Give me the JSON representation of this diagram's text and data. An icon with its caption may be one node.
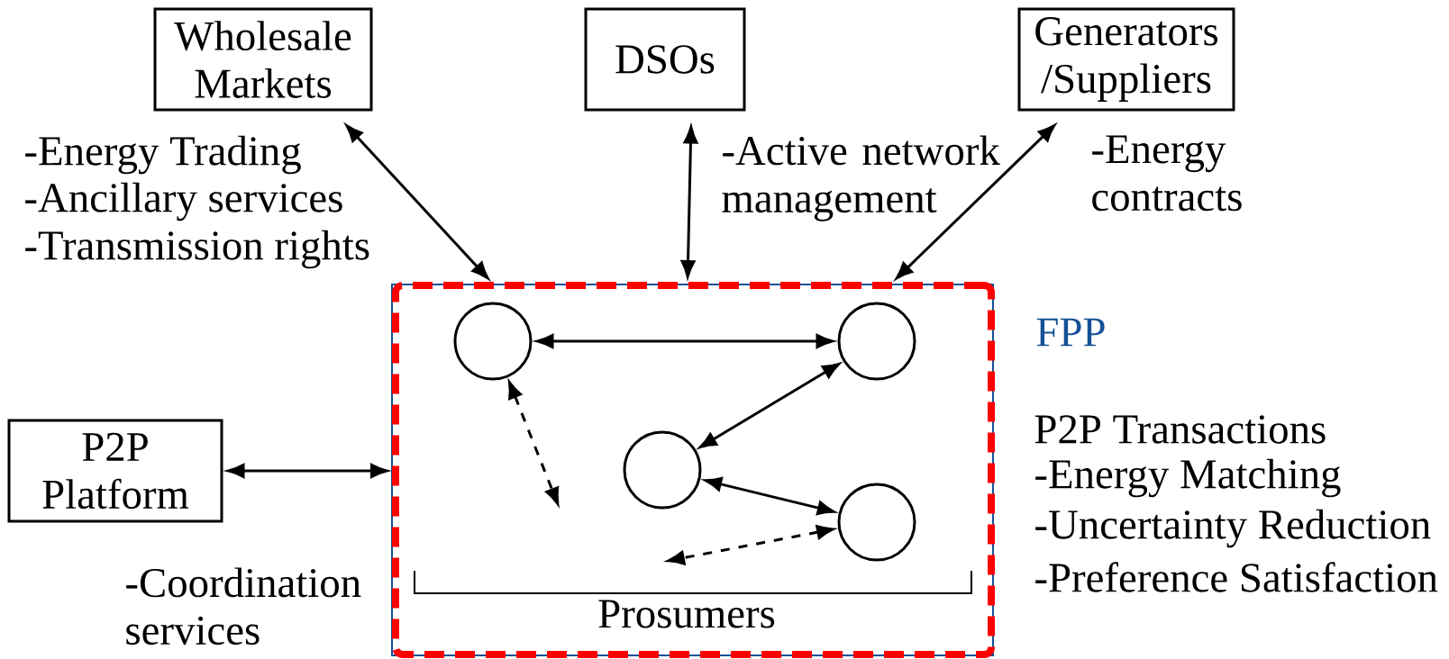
{
  "diagram": {
    "nodes": [
      {
        "text": [
          "Wholesale Markets"
        ]
      },
      {
        "text": [
          "DSOs"
        ]
      },
      {
        "text": [
          "Generators /Suppliers"
        ]
      },
      {
        "text": [
          "P2P Platform"
        ]
      },
      {
        "text": [
          "FPP"
        ]
      },
      {
        "text": [],
        "shape": "circle",
        "in": 4
      },
      {
        "text": [],
        "shape": "circle",
        "in": 4
      },
      {
        "text": [],
        "shape": "circle",
        "in": 4
      },
      {
        "text": [],
        "shape": "circle",
        "in": 4
      }
    ],
    "edges": [
      {
        "from": 0,
        "to": 4,
        "arrow": "both"
      },
      {
        "from": 1,
        "to": 4,
        "arrow": "both"
      },
      {
        "from": 2,
        "to": 4,
        "arrow": "both"
      },
      {
        "from": 3,
        "to": 4,
        "arrow": "both"
      },
      {
        "from": 5,
        "to": 6,
        "arrow": "both"
      },
      {
        "from": 6,
        "to": 7,
        "arrow": "both"
      },
      {
        "from": 7,
        "to": 8,
        "arrow": "both"
      },
      {
        "from": 5,
        "to": null,
        "arrow": "both",
        "style": "dashed"
      },
      {
        "from": 8,
        "to": null,
        "arrow": "both",
        "style": "dashed"
      }
    ],
    "labels": [
      "-Energy Trading",
      "-Ancillary services",
      "-Transmission rights",
      "-Active network management",
      "-Energy contracts",
      "Prosumers",
      "P2P Transactions",
      "-Energy Matching",
      "-Uncertainty Reduction",
      "-Preference Satisfaction",
      "-Coordination services"
    ]
  }
}
